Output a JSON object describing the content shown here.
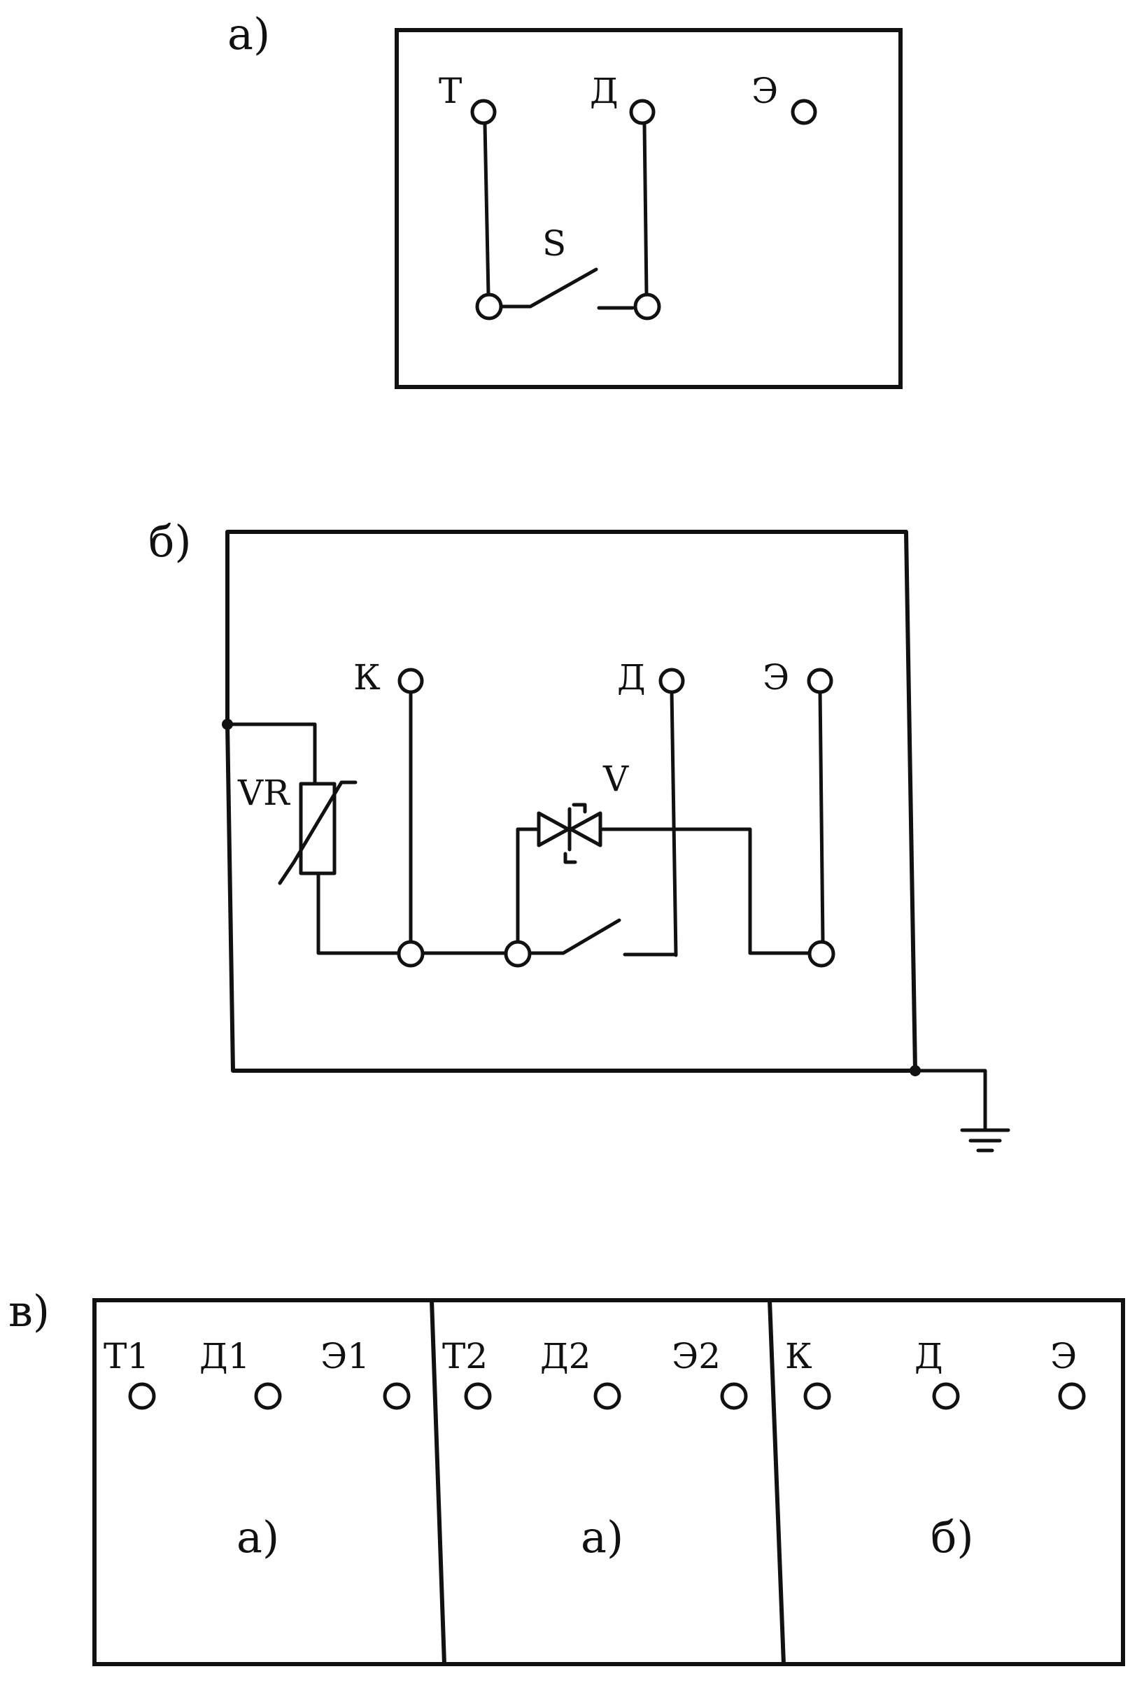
{
  "panel_a": {
    "part_label": "а)",
    "terminals": {
      "t": "Т",
      "d": "Д",
      "e": "Э"
    },
    "switch_label": "S"
  },
  "panel_b": {
    "part_label": "б)",
    "terminals": {
      "k": "К",
      "d": "Д",
      "e": "Э"
    },
    "varistor_label": "VR",
    "diode_label": "V"
  },
  "panel_v": {
    "part_label": "в)",
    "cells": [
      {
        "terminals": [
          "Т1",
          "Д1",
          "Э1"
        ],
        "caption": "а)"
      },
      {
        "terminals": [
          "Т2",
          "Д2",
          "Э2"
        ],
        "caption": "а)"
      },
      {
        "terminals": [
          "К",
          "Д",
          "Э"
        ],
        "caption": "б)"
      }
    ]
  }
}
